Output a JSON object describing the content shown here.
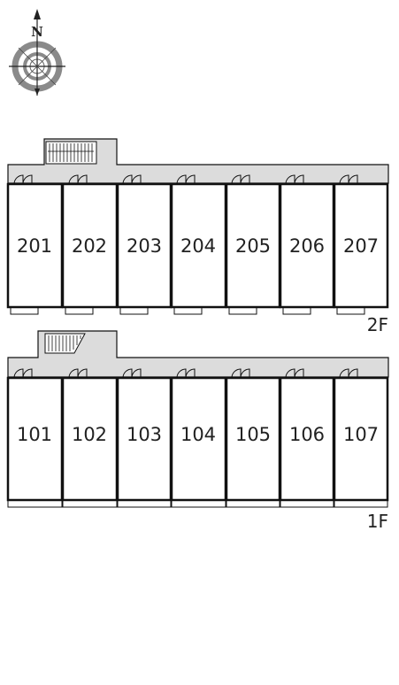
{
  "compass": {
    "north_label": "N",
    "icon": "compass-icon"
  },
  "floors": [
    {
      "id": "2f",
      "label": "2F",
      "units": [
        "201",
        "202",
        "203",
        "204",
        "205",
        "206",
        "207"
      ]
    },
    {
      "id": "1f",
      "label": "1F",
      "units": [
        "101",
        "102",
        "103",
        "104",
        "105",
        "106",
        "107"
      ]
    }
  ],
  "colors": {
    "corridor": "#dcdcdc",
    "wall": "#111111",
    "compass_ring": "#8a8a8a",
    "stair_fill": "#ffffff"
  }
}
